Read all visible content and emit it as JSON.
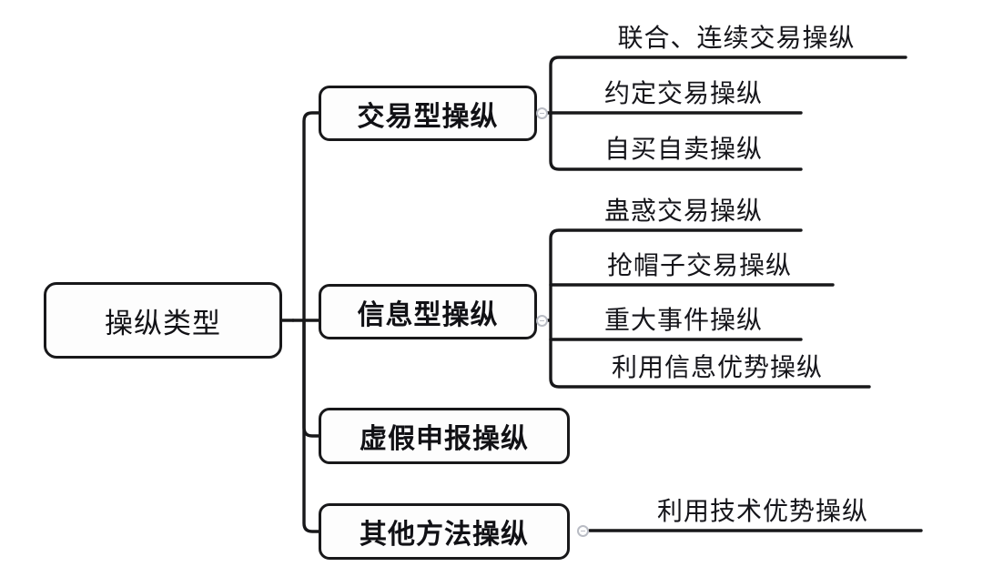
{
  "diagram": {
    "type": "mind-map",
    "title": "操纵类型",
    "orientation": "left-to-right",
    "root": {
      "label": "操纵类型"
    },
    "branches": [
      {
        "label": "交易型操纵",
        "collapse_handle": "collapse-handle-icon",
        "children": [
          {
            "label": "联合、连续交易操纵"
          },
          {
            "label": "约定交易操纵"
          },
          {
            "label": "自买自卖操纵"
          }
        ]
      },
      {
        "label": "信息型操纵",
        "collapse_handle": "collapse-handle-icon",
        "children": [
          {
            "label": "蛊惑交易操纵"
          },
          {
            "label": "抢帽子交易操纵"
          },
          {
            "label": "重大事件操纵"
          },
          {
            "label": "利用信息优势操纵"
          }
        ]
      },
      {
        "label": "虚假申报操纵",
        "children": []
      },
      {
        "label": "其他方法操纵",
        "collapse_handle": "collapse-handle-icon",
        "children": [
          {
            "label": "利用技术优势操纵"
          }
        ]
      }
    ],
    "colors": {
      "background": "#ffffff",
      "stroke": "#18181a",
      "text": "#111115",
      "handle": "#b9bcc4"
    }
  }
}
